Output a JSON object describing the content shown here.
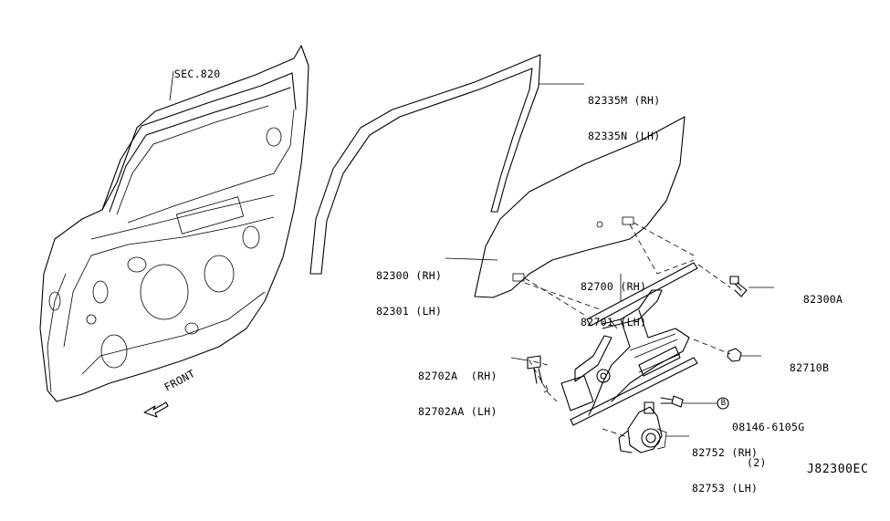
{
  "diagram": {
    "code": "J82300EC",
    "direction": "FRONT",
    "callouts": [
      {
        "id": "sec820",
        "lines": [
          "SEC.820"
        ]
      },
      {
        "id": "weatherstrip",
        "lines": [
          "82335M (RH)",
          "82335N (LH)"
        ]
      },
      {
        "id": "glass",
        "lines": [
          "82300 (RH)",
          "82301 (LH)"
        ]
      },
      {
        "id": "regulator",
        "lines": [
          "82700 (RH)",
          "82701 (LH)"
        ]
      },
      {
        "id": "clip",
        "lines": [
          "82300A"
        ]
      },
      {
        "id": "nut",
        "lines": [
          "82710B"
        ]
      },
      {
        "id": "bolt",
        "lines": [
          "82702A  (RH)",
          "82702AA (LH)"
        ]
      },
      {
        "id": "screw",
        "lines": [
          "08146-6105G",
          "(2)"
        ],
        "marker": "B"
      },
      {
        "id": "motor",
        "lines": [
          "82752 (RH)",
          "82753 (LH)"
        ]
      }
    ]
  }
}
